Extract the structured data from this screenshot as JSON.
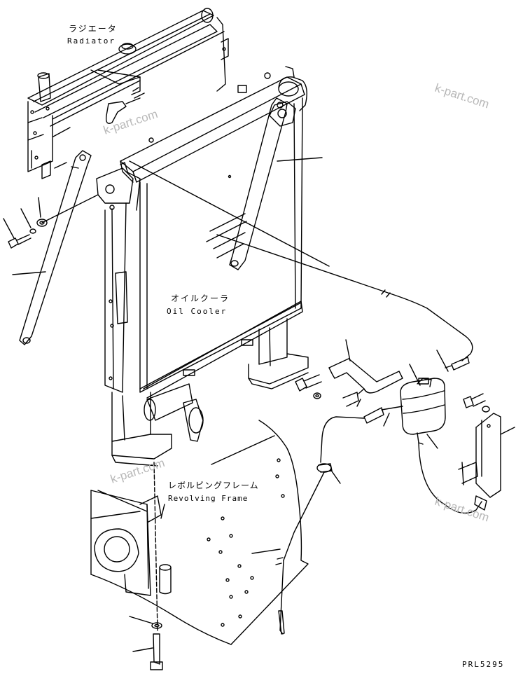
{
  "labels": {
    "radiator_jp": "ラジエータ",
    "radiator_en": "Radiator",
    "oil_cooler_jp": "オイルクーラ",
    "oil_cooler_en": "Oil Cooler",
    "frame_jp": "レボルビングフレーム",
    "frame_en": "Revolving Frame"
  },
  "watermarks": [
    "k-part.com",
    "k-part.com",
    "k-part.com",
    "k-part.com"
  ],
  "drawing_number": "PRL5295",
  "colors": {
    "line": "#000000",
    "watermark": "#b8b8b8",
    "background": "#ffffff"
  }
}
